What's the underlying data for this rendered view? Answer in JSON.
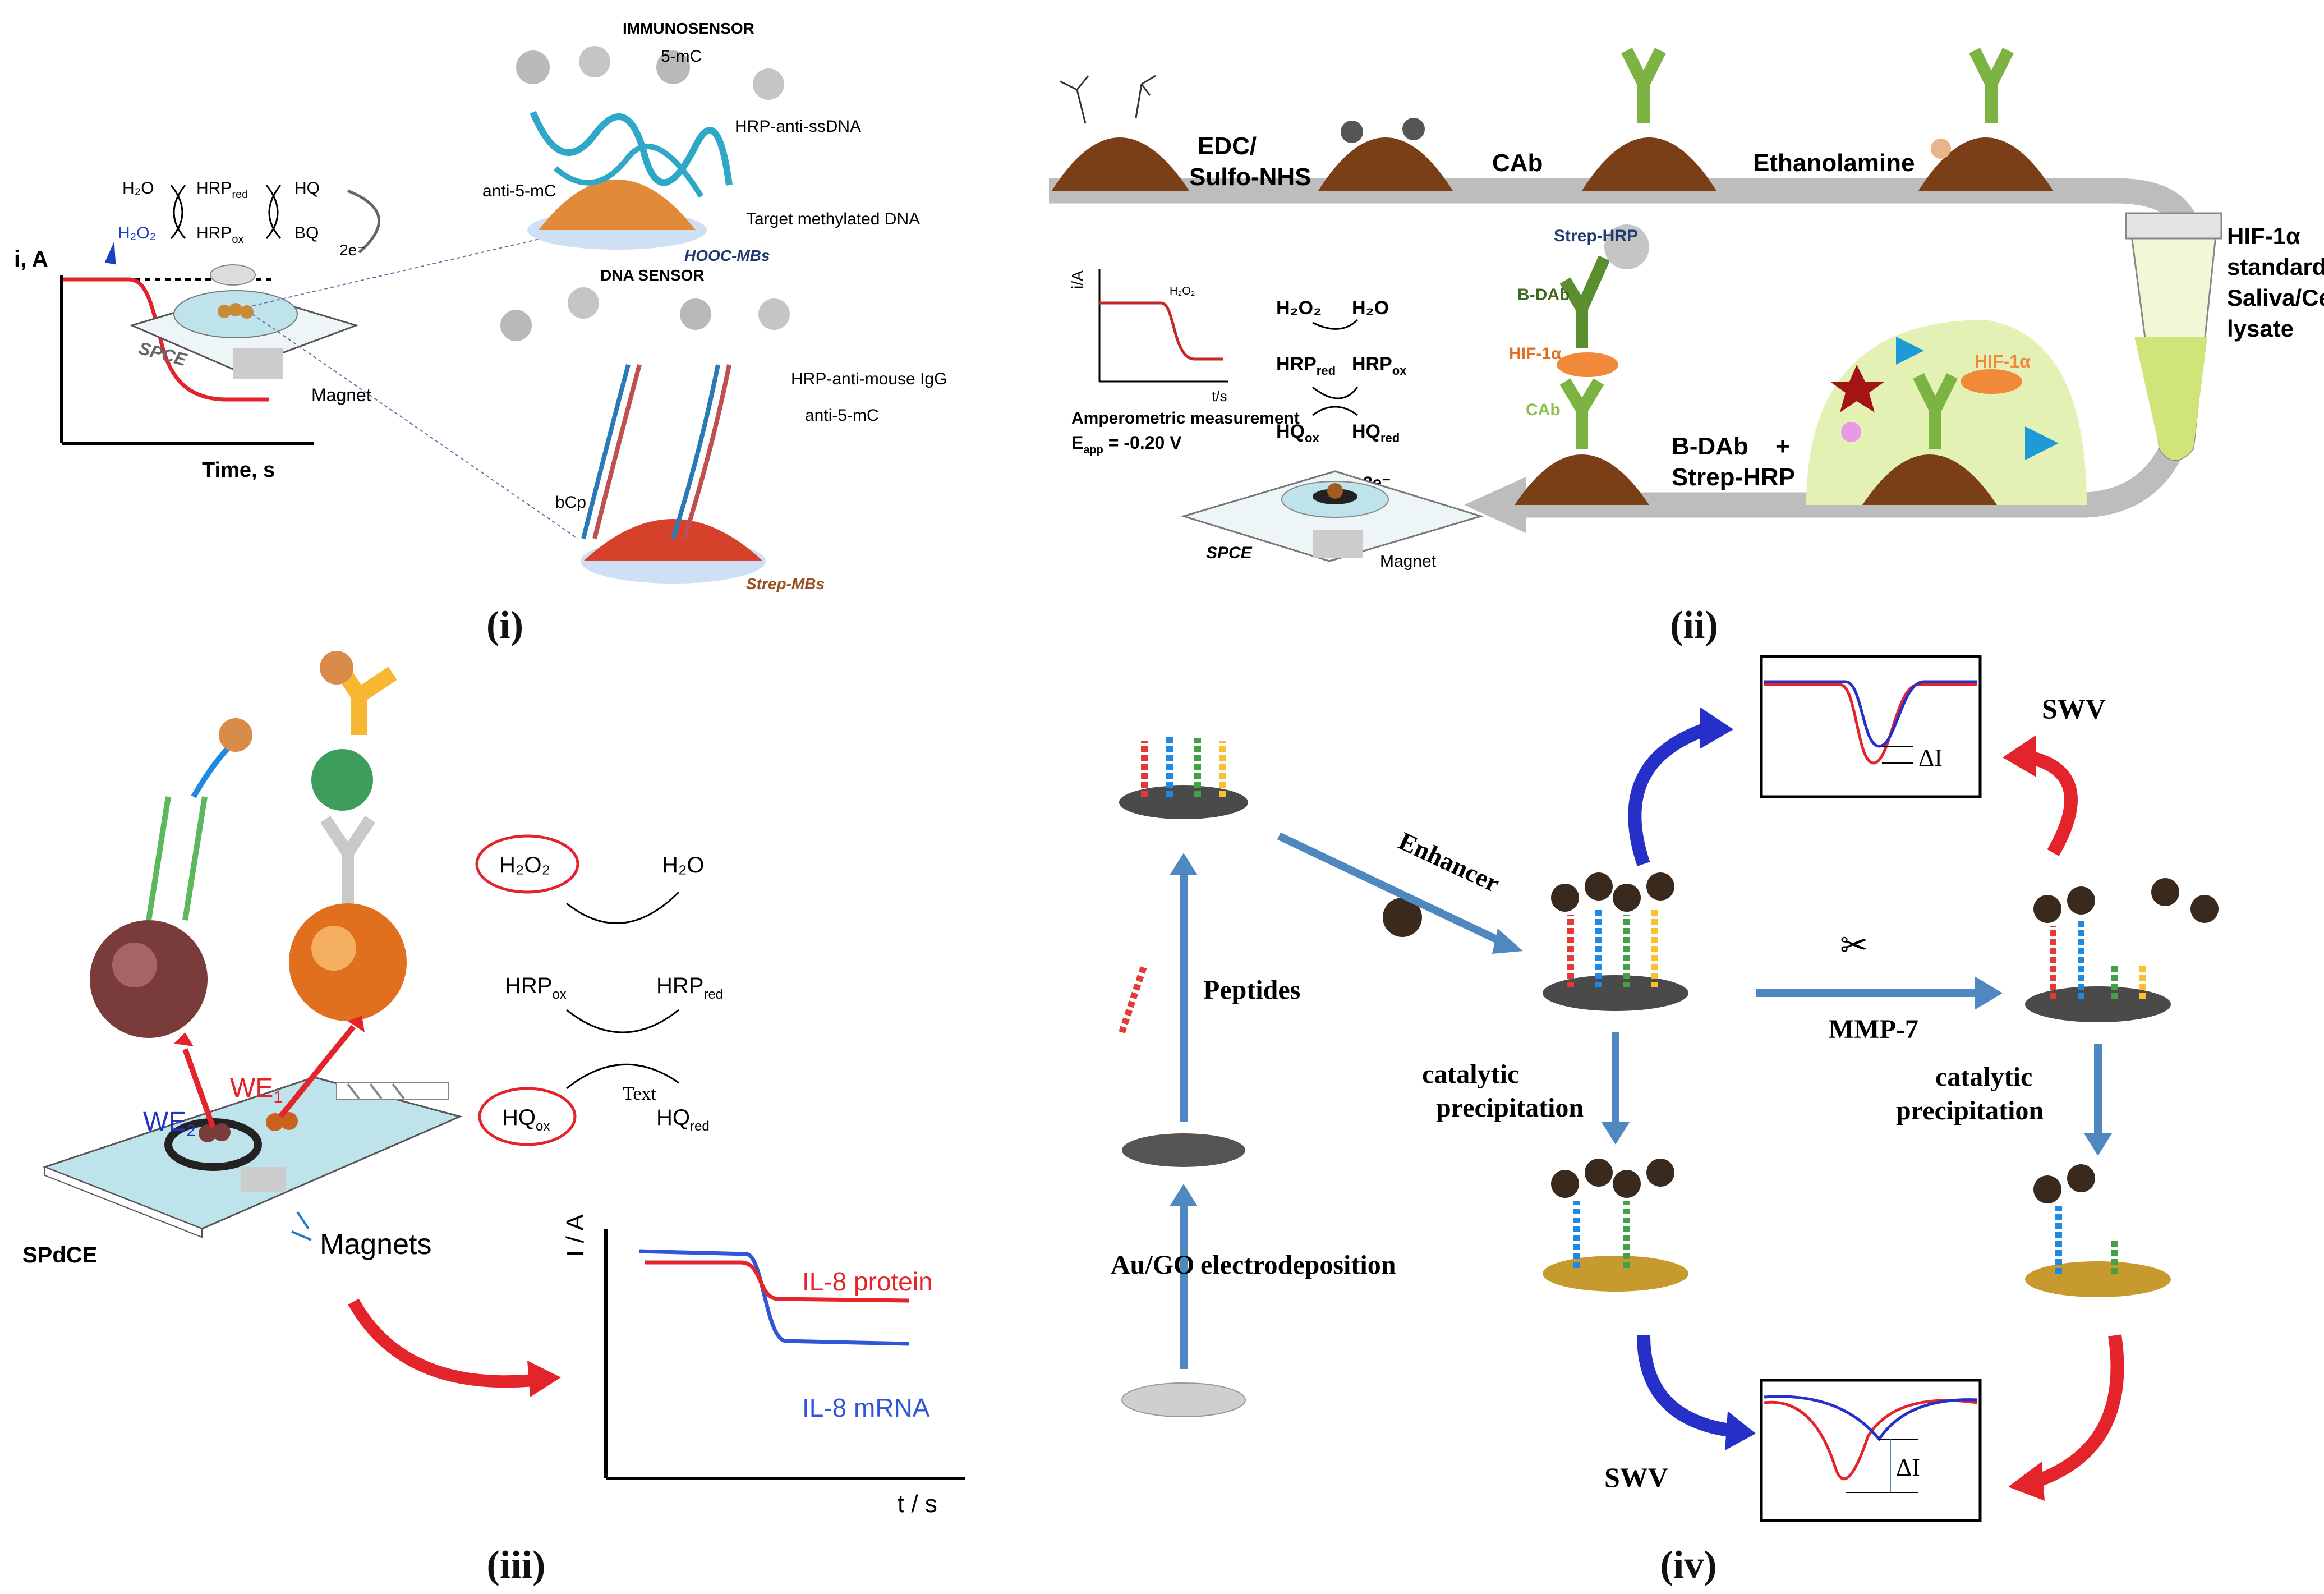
{
  "panel_labels": {
    "i": "(i)",
    "ii": "(ii)",
    "iii": "(iii)",
    "iv": "(iv)"
  },
  "panel_i": {
    "y_axis_label": "i, A",
    "x_axis_label": "Time, s",
    "reaction": {
      "h2o": "H₂O",
      "h2o2": "H₂O₂",
      "hrp_red": "HRP",
      "hrp_red_sub": "red",
      "hrp_ox": "HRP",
      "hrp_ox_sub": "ox",
      "hq": "HQ",
      "bq": "BQ",
      "electrons": "2e⁻"
    },
    "spce": "SPCE",
    "magnet": "Magnet",
    "immunosensor_title": "IMMUNOSENSOR",
    "immunosensor_labels": {
      "five_mc": "5-mC",
      "hrp_anti_ssdna": "HRP-anti-ssDNA",
      "anti_5mc": "anti-5-mC",
      "target": "Target methylated DNA",
      "beads": "HOOC-MBs"
    },
    "dna_sensor_title": "DNA SENSOR",
    "dna_sensor_labels": {
      "hrp_anti_igg": "HRP-anti-mouse IgG",
      "anti_5mc": "anti-5-mC",
      "bcp": "bCp",
      "beads": "Strep-MBs"
    }
  },
  "panel_ii": {
    "step_labels": {
      "edc": "EDC/",
      "sulfo": "Sulfo-NHS",
      "cab": "CAb",
      "ethanolamine": "Ethanolamine"
    },
    "tube_label": [
      "HIF-1α",
      "standard/",
      "Saliva/Cell",
      "lysate"
    ],
    "hif_in_bubble": "HIF-1α",
    "bdab_step": [
      "B-DAb",
      "+",
      "Strep-HRP"
    ],
    "complex_labels": {
      "strep_hrp": "Strep-HRP",
      "bdab": "B-DAb",
      "hif": "HIF-1α",
      "cab": "CAb"
    },
    "reaction": {
      "h2o2": "H₂O₂",
      "h2o": "H₂O",
      "hrp_red": "HRP",
      "hrp_red_sub": "red",
      "hrp_ox": "HRP",
      "hrp_ox_sub": "ox",
      "hq_ox": "HQ",
      "hq_ox_sub": "ox",
      "hq_red": "HQ",
      "hq_red_sub": "red",
      "electrons": "2e⁻"
    },
    "inset_plot": {
      "y_label": "i/A",
      "x_label": "t/s",
      "marker": "H₂O₂"
    },
    "measurement": {
      "line1": "Amperometric measurement",
      "line2": "E",
      "line2_sub": "app",
      "line2_rest": " = -0.20 V"
    },
    "spce": "SPCE",
    "magnet": "Magnet"
  },
  "panel_iii": {
    "we2": "WE",
    "we2_sub": "2",
    "we1": "WE",
    "we1_sub": "1",
    "device": "SPdCE",
    "magnets": "Magnets",
    "cycle": {
      "h2o2": "H₂O₂",
      "h2o": "H₂O",
      "hrp_ox": "HRP",
      "hrp_ox_sub": "ox",
      "hrp_red": "HRP",
      "hrp_red_sub": "red",
      "hq_ox": "HQ",
      "hq_ox_sub": "ox",
      "hq_red": "HQ",
      "hq_red_sub": "red",
      "text": "Text"
    },
    "plot": {
      "y_label": "I / A",
      "x_label": "t / s",
      "series_protein": "IL-8 protein",
      "series_mrna": "IL-8 mRNA"
    },
    "colors": {
      "protein": "#e3242b",
      "mrna": "#2f56d6"
    }
  },
  "panel_iv": {
    "enhancer": "Enhancer",
    "peptides": "Peptides",
    "au_go": "Au/GO",
    "electrodeposition": "electrodeposition",
    "mmp7": "MMP-7",
    "catalytic_left": [
      "catalytic",
      "precipitation"
    ],
    "catalytic_right": [
      "catalytic",
      "precipitation"
    ],
    "swv_top": "SWV",
    "swv_bottom": "SWV",
    "delta_top": "ΔI",
    "delta_bottom": "ΔI",
    "scissors": "✂",
    "colors": {
      "red": "#e3242b",
      "blue": "#2630c9"
    }
  }
}
